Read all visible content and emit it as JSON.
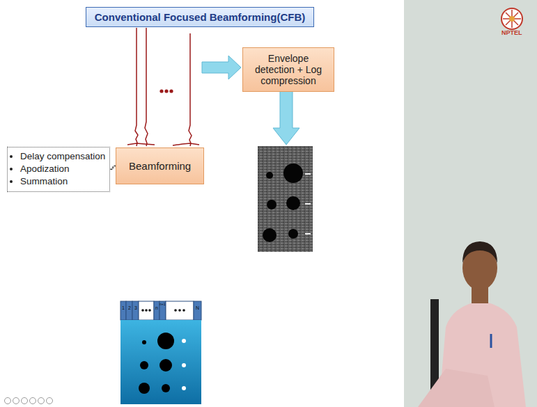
{
  "diagram": {
    "title": "Conventional Focused Beamforming(CFB)",
    "nodes": [
      {
        "text": [
          "Envelope detection + Log compression"
        ]
      },
      {
        "text": [
          "Delay compensation",
          "Apodization",
          "Summation"
        ]
      },
      {
        "text": [
          "Beamforming"
        ]
      }
    ],
    "edges": [
      {
        "from": 1,
        "to": 2,
        "arrow": "none"
      }
    ],
    "labels": [
      "1",
      "2",
      "3",
      "n",
      "n+1",
      "N",
      "NPTEL"
    ]
  }
}
